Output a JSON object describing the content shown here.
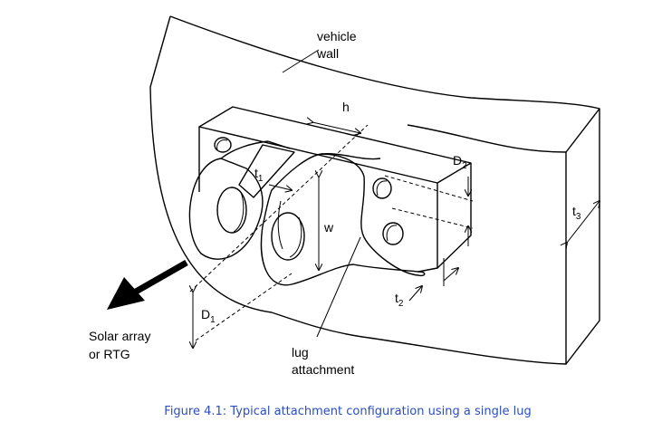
{
  "labels": {
    "vehicle_wall_line1": "vehicle",
    "vehicle_wall_line2": "wall",
    "h": "h",
    "d2_main": "D",
    "d2_sub": "2",
    "t1_main": "t",
    "t1_sub": "1",
    "t3_main": "t",
    "t3_sub": "3",
    "w": "w",
    "t2_main": "t",
    "t2_sub": "2",
    "d1_main": "D",
    "d1_sub": "1",
    "solar_line1": "Solar array",
    "solar_line2": "or RTG",
    "lug_line1": "lug",
    "lug_line2": "attachment"
  },
  "caption": "Figure 4.1:  Typical attachment configuration using a single lug",
  "colors": {
    "pin_fill": "#ff0000",
    "caption_text": "#2a4ec1"
  }
}
